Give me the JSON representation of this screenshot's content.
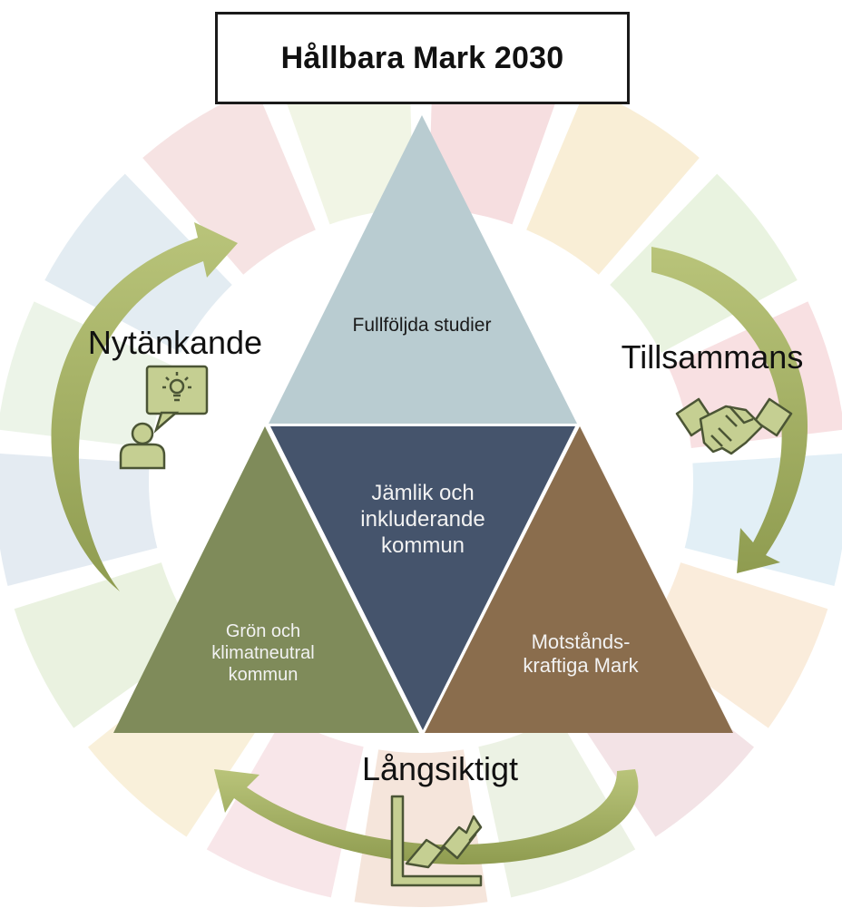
{
  "title": "Hållbara Mark 2030",
  "triangles": {
    "top": {
      "label": "Fullföljda studier",
      "color": "#b9ccd1"
    },
    "center": {
      "label": "Jämlik och inkluderande kommun",
      "color": "#45546c"
    },
    "left": {
      "label": "Grön och klimatneutral kommun",
      "color": "#7f8b5a"
    },
    "right": {
      "label": "Motstånds-kraftiga Mark",
      "color": "#8a6d4d"
    }
  },
  "principles": {
    "left": {
      "label": "Nytänkande",
      "icon": "person-idea-icon"
    },
    "right": {
      "label": "Tillsammans",
      "icon": "handshake-icon"
    },
    "bottom": {
      "label": "Långsiktigt",
      "icon": "growth-chart-icon"
    }
  },
  "colors": {
    "arrow": "#a9b66a",
    "icon_fill": "#c5cf92",
    "icon_stroke": "#4b5535"
  }
}
